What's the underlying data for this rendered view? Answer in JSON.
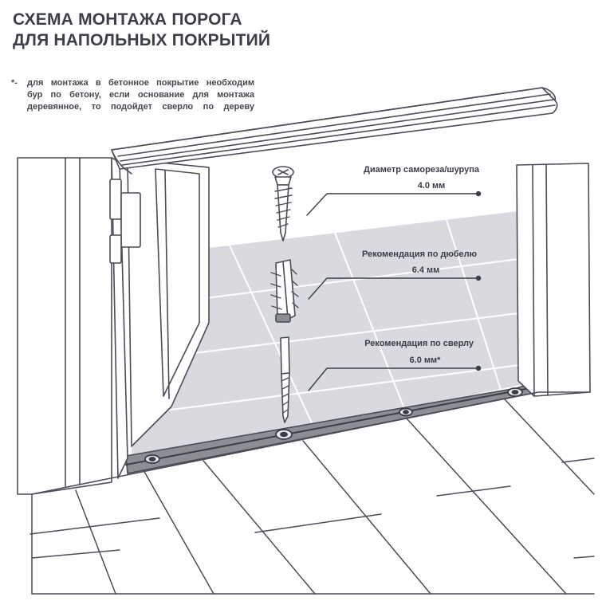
{
  "title": {
    "line1": "СХЕМА МОНТАЖА ПОРОГА",
    "line2": "ДЛЯ НАПОЛЬНЫХ ПОКРЫТИЙ"
  },
  "note": {
    "marker": "*-",
    "line1": "для монтажа в бетонное покрытие необходим",
    "line2": "бур по бетону, если основание для монтажа",
    "line3": "деревянное, то подойдет сверло по дереву"
  },
  "callouts": {
    "screw": {
      "label": "Диаметр самореза/шурупа",
      "value": "4.0 мм"
    },
    "dowel": {
      "label": "Рекомендация по дюбелю",
      "value": "6.4 мм"
    },
    "drill": {
      "label": "Рекомендация по сверлу",
      "value": "6.0 мм*"
    }
  },
  "colors": {
    "line": "#4a4c57",
    "tile_floor": "#d9dadf",
    "strip": "#8d8e93",
    "accent_dot": "#3a3d48"
  }
}
